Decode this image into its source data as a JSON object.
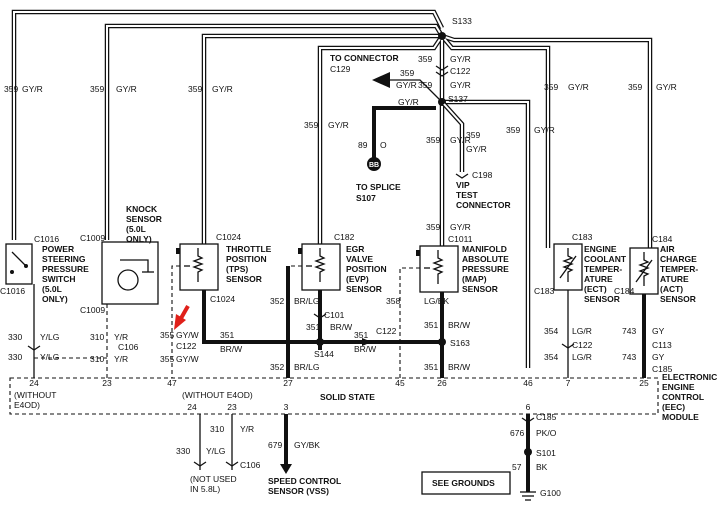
{
  "splices": {
    "s133": "S133",
    "s137": "S137",
    "s144": "S144",
    "s163": "S163",
    "s101": "S101",
    "s107": "S107"
  },
  "connectors": {
    "c122": "C122",
    "c129": "C129",
    "c198": "C198",
    "c1016": "C1016",
    "c1009": "C1009",
    "c1024": "C1024",
    "c182": "C182",
    "c101": "C101",
    "c1011": "C1011",
    "c183": "C183",
    "c184": "C184",
    "c106": "C106",
    "c113": "C113",
    "c185": "C185",
    "g100": "G100"
  },
  "wires": {
    "w359": "359",
    "gyr": "GY/R",
    "w89": "89",
    "o": "O",
    "bb": "BB",
    "w330": "330",
    "ylg": "Y/LG",
    "w310": "310",
    "yr": "Y/R",
    "w355": "355",
    "gyw": "GY/W",
    "w351": "351",
    "brw": "BR/W",
    "w352": "352",
    "brlg": "BR/LG",
    "w358": "358",
    "lgbk": "LG/BK",
    "w354": "354",
    "lgr": "LG/R",
    "w743": "743",
    "gy": "GY",
    "w679": "679",
    "gybk": "GY/BK",
    "w676": "676",
    "pko": "PK/O",
    "w57": "57",
    "bk": "BK"
  },
  "labels": {
    "to_connector": "TO CONNECTOR",
    "to_splice": "TO SPLICE",
    "vip_1": "VIP",
    "vip_2": "TEST",
    "vip_3": "CONNECTOR",
    "ps_1": "POWER",
    "ps_2": "STEERING",
    "ps_3": "PRESSURE",
    "ps_4": "SWITCH",
    "ps_5": "(5.0L",
    "ps_6": "ONLY)",
    "ks_1": "KNOCK",
    "ks_2": "SENSOR",
    "ks_3": "(5.0L",
    "ks_4": "ONLY)",
    "tps_1": "THROTTLE",
    "tps_2": "POSITION",
    "tps_3": "(TPS)",
    "tps_4": "SENSOR",
    "evp_1": "EGR",
    "evp_2": "VALVE",
    "evp_3": "POSITION",
    "evp_4": "(EVP)",
    "evp_5": "SENSOR",
    "map_1": "MANIFOLD",
    "map_2": "ABSOLUTE",
    "map_3": "PRESSURE",
    "map_4": "(MAP)",
    "map_5": "SENSOR",
    "ect_1": "ENGINE",
    "ect_2": "COOLANT",
    "ect_3": "TEMPER-",
    "ect_4": "ATURE",
    "ect_5": "(ECT)",
    "ect_6": "SENSOR",
    "act_1": "AIR",
    "act_2": "CHARGE",
    "act_3": "TEMPER-",
    "act_4": "ATURE",
    "act_5": "(ACT)",
    "act_6": "SENSOR",
    "eec_1": "ELECTRONIC",
    "eec_2": "ENGINE",
    "eec_3": "CONTROL",
    "eec_4": "(EEC)",
    "eec_5": "MODULE",
    "solid_state": "SOLID STATE",
    "without_e4od_a_1": "(WITHOUT",
    "without_e4od_a_2": "E4OD)",
    "without_e4od_b": "(WITHOUT E4OD)",
    "not_used_1": "(NOT USED",
    "not_used_2": "IN 5.8L)",
    "vss_1": "SPEED CONTROL",
    "vss_2": "SENSOR (VSS)",
    "see_grounds": "SEE GROUNDS"
  },
  "pins": {
    "p24": "24",
    "p23": "23",
    "p47": "47",
    "p27": "27",
    "p45": "45",
    "p26": "26",
    "p46": "46",
    "p7": "7",
    "p25": "25",
    "p3": "3",
    "p6": "6"
  },
  "colors": {
    "line": "#111111",
    "arrow": "#e0201a",
    "background": "#ffffff"
  }
}
